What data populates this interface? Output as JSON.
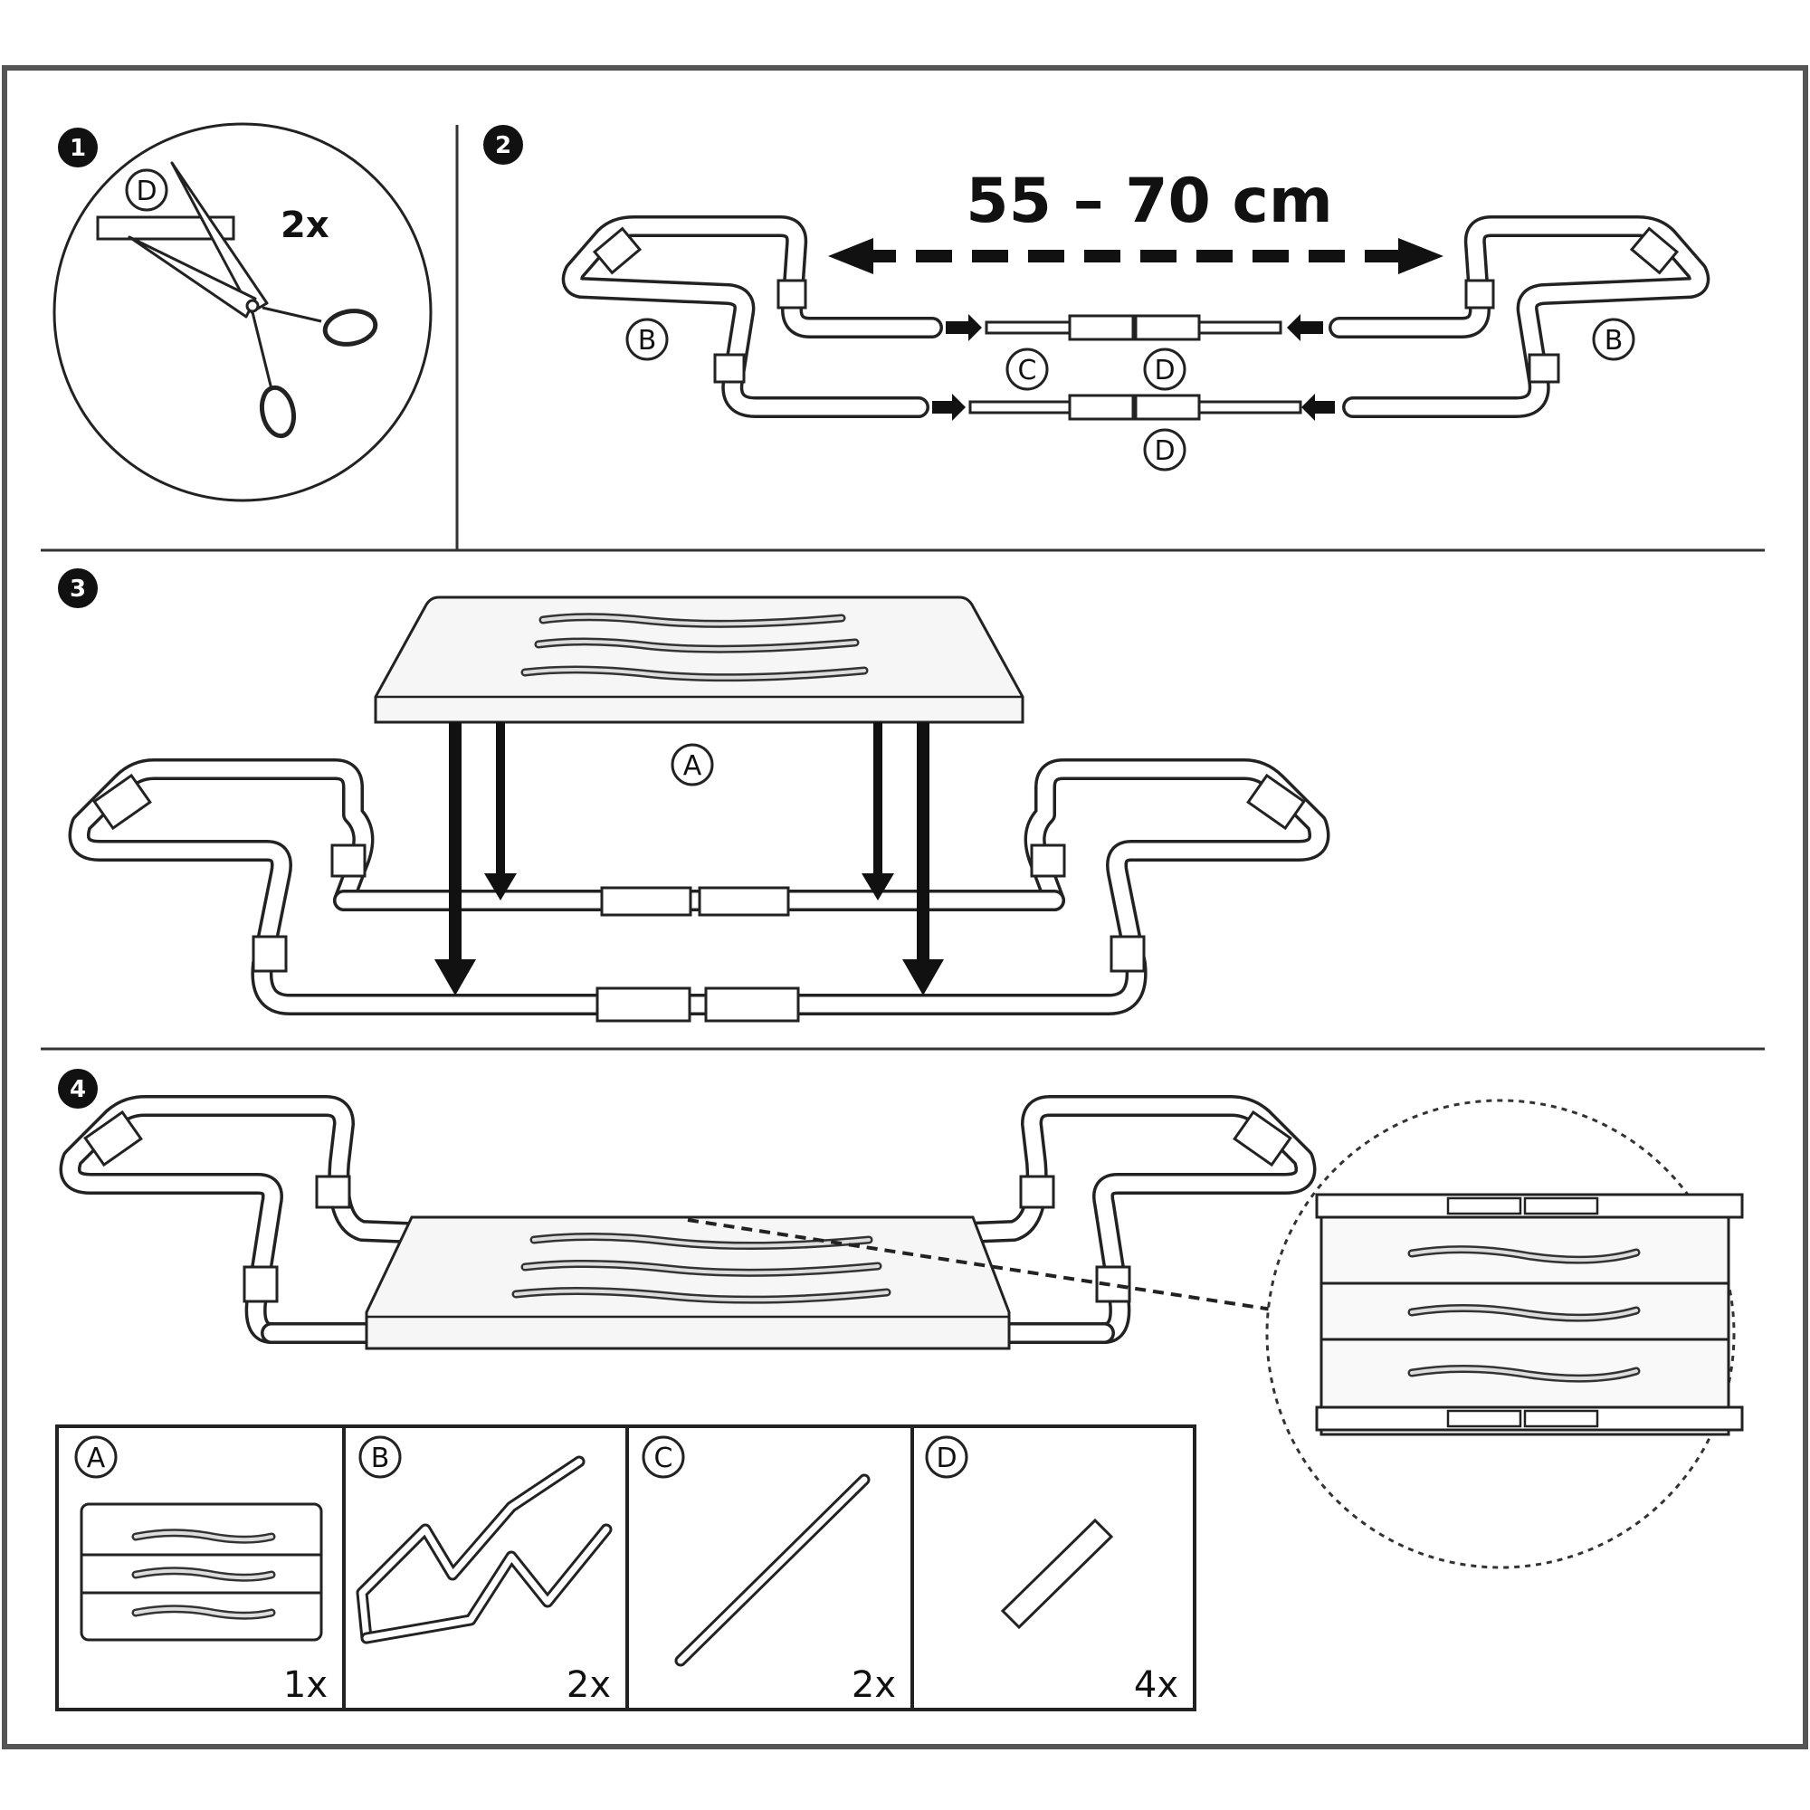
{
  "steps": {
    "step1": {
      "number": "1",
      "part_label": "D",
      "count": "2x"
    },
    "step2": {
      "number": "2",
      "dimension": "55 – 70 cm",
      "label_b_left": "B",
      "label_b_right": "B",
      "label_c": "C",
      "label_d_top": "D",
      "label_d_bottom": "D"
    },
    "step3": {
      "number": "3",
      "label_a": "A"
    },
    "step4": {
      "number": "4"
    }
  },
  "parts": [
    {
      "letter": "A",
      "count": "1x"
    },
    {
      "letter": "B",
      "count": "2x"
    },
    {
      "letter": "C",
      "count": "2x"
    },
    {
      "letter": "D",
      "count": "4x"
    }
  ],
  "icons": {
    "step1": "scissors-icon",
    "arrows": "arrow-icon"
  }
}
